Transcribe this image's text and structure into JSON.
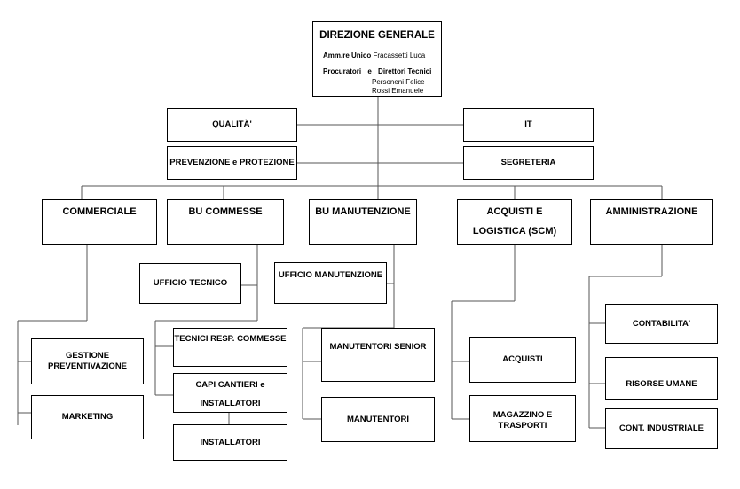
{
  "direzione": {
    "title": "DIREZIONE GENERALE",
    "amm_label": "Amm.re Unico",
    "amm_name": "Fracassetti Luca",
    "proc_label": "Procuratori",
    "proc_and": "e",
    "proc_dir": "Direttori Tecnici",
    "person1": "Personeni Felice",
    "person2": "Rossi Emanuele"
  },
  "staff": {
    "qualita": "QUALITÀ'",
    "it": "IT",
    "prevenzione": "PREVENZIONE e PROTEZIONE",
    "segreteria": "SEGRETERIA"
  },
  "departments": {
    "commerciale": "COMMERCIALE",
    "bu_commesse": "BU COMMESSE",
    "bu_manutenzione": "BU MANUTENZIONE",
    "acquisti_line1": "ACQUISTI E",
    "acquisti_line2": "LOGISTICA (SCM)",
    "amministrazione": "AMMINISTRAZIONE"
  },
  "units": {
    "gestione_line1": "GESTIONE",
    "gestione_line2": "PREVENTIVAZIONE",
    "marketing": "MARKETING",
    "ufficio_tecnico": "UFFICIO TECNICO",
    "tecnici_resp": "TECNICI RESP. COMMESSE",
    "capi_line1": "CAPI CANTIERI e",
    "capi_line2": "INSTALLATORI",
    "installatori": "INSTALLATORI",
    "ufficio_manutenzione": "UFFICIO MANUTENZIONE",
    "manutentori_senior": "MANUTENTORI SENIOR",
    "manutentori": "MANUTENTORI",
    "acquisti": "ACQUISTI",
    "magazzino": "MAGAZZINO E TRASPORTI",
    "contabilita": "CONTABILITA'",
    "risorse_umane": "RISORSE UMANE",
    "cont_industriale": "CONT. INDUSTRIALE"
  }
}
